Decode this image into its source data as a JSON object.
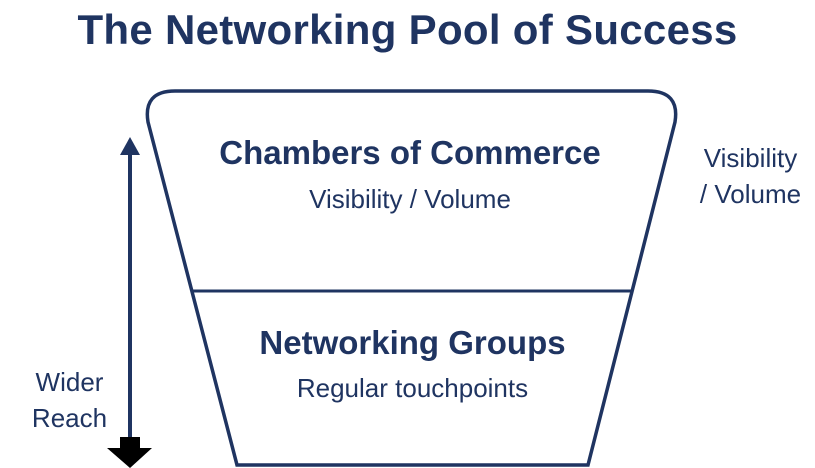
{
  "title": "The Networking Pool of Success",
  "layers": [
    {
      "heading": "Chambers of Commerce",
      "sub": "Visibility / Volume"
    },
    {
      "heading": "Networking Groups",
      "sub": "Regular touchpoints"
    }
  ],
  "side_label": {
    "line1": "Visibility",
    "line2": "/ Volume"
  },
  "axis_label": {
    "line1": "Wider",
    "line2": "Reach"
  },
  "colors": {
    "primary": "#1f3461",
    "arrowhead": "#000000"
  }
}
